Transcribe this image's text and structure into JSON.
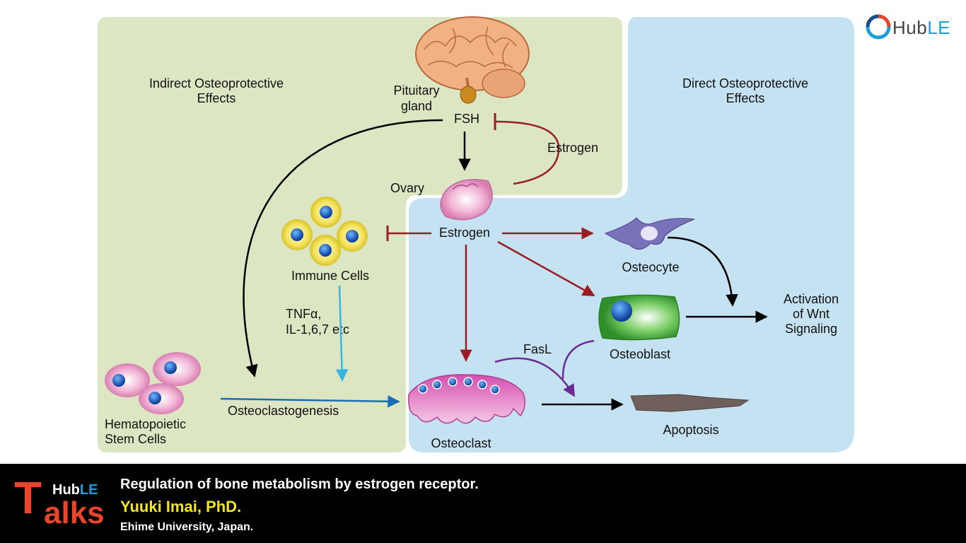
{
  "header": {
    "brand_hub": "Hub",
    "brand_le": "LE",
    "icon": "hubletalks-logo-icon"
  },
  "diagram": {
    "indirect_title": [
      "Indirect Osteoprotective",
      "Effects"
    ],
    "direct_title": [
      "Direct Osteoprotective",
      "Effects"
    ],
    "pituitary": [
      "Pituitary",
      "gland"
    ],
    "fsh": "FSH",
    "estrogen_feedback": "Estrogen",
    "ovary": "Ovary",
    "estrogen_center": "Estrogen",
    "immune_cells": "Immune Cells",
    "cytokines": [
      "TNFα,",
      "IL-1,6,7 etc"
    ],
    "osteocyte": "Osteocyte",
    "activation": [
      "Activation",
      "of Wnt",
      "Signaling"
    ],
    "osteoblast": "Osteoblast",
    "fasl": "FasL",
    "hematopoietic": [
      "Hematopoietic",
      "Stem Cells"
    ],
    "osteoclastogenesis": "Osteoclastogenesis",
    "osteoclast": "Osteoclast",
    "apoptosis": "Apoptosis"
  },
  "colors": {
    "indirect_bg": "#dde6c3",
    "direct_bg": "#c5e2f2",
    "inhibit": "#9c1c24",
    "activate": "#9c1c24",
    "blue_arrow": "#1a6db5",
    "cyan_arrow": "#35b4e6",
    "purple_arrow": "#6a2c94"
  },
  "banner": {
    "logo_big": "T",
    "logo_hub": "Hub",
    "logo_le": "LE",
    "logo_rest": "alks",
    "title": "Regulation of bone metabolism by estrogen receptor.",
    "author": "Yuuki Imai, PhD.",
    "affiliation": "Ehime University, Japan."
  }
}
